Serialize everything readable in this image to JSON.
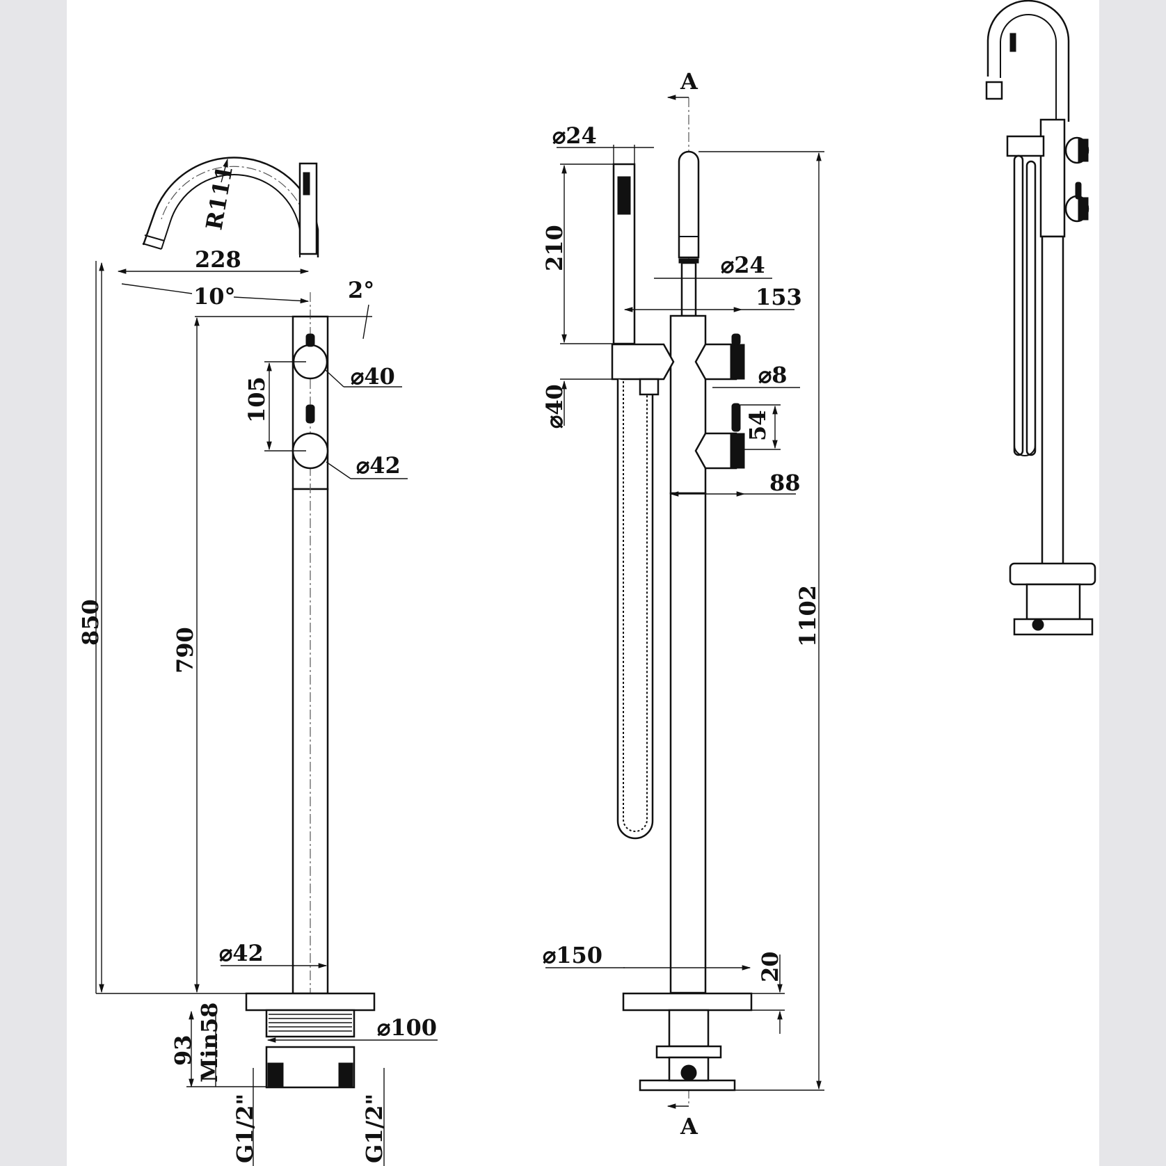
{
  "colors": {
    "background": "#e6e6e9",
    "sheet": "#ffffff",
    "line": "#111111"
  },
  "side_view": {
    "labels": {
      "spout_reach": "228",
      "spout_radius": "R111",
      "spout_angle": "10°",
      "top_angle": "2°",
      "handle_top_dia": "40",
      "handle_bottom_dia": "42",
      "handle_spacing": "105",
      "total_height": "850",
      "column_height": "790",
      "column_dia": "42",
      "base_dia": "100",
      "box_height": "93",
      "min_depth": "Min58",
      "inlet_left": "G1/2\"",
      "inlet_right": "G1/2\""
    }
  },
  "front_view": {
    "labels": {
      "section_top": "A",
      "section_bottom": "A",
      "handshower_dia": "24",
      "handshower_length": "210",
      "column_top_dia": "24",
      "handle_offset": "153",
      "holder_dia": "40",
      "lever_dia": "8",
      "lever_length": "54",
      "handle_depth": "88",
      "overall_height": "1102",
      "base_dia": "150",
      "base_thickness": "20"
    }
  }
}
